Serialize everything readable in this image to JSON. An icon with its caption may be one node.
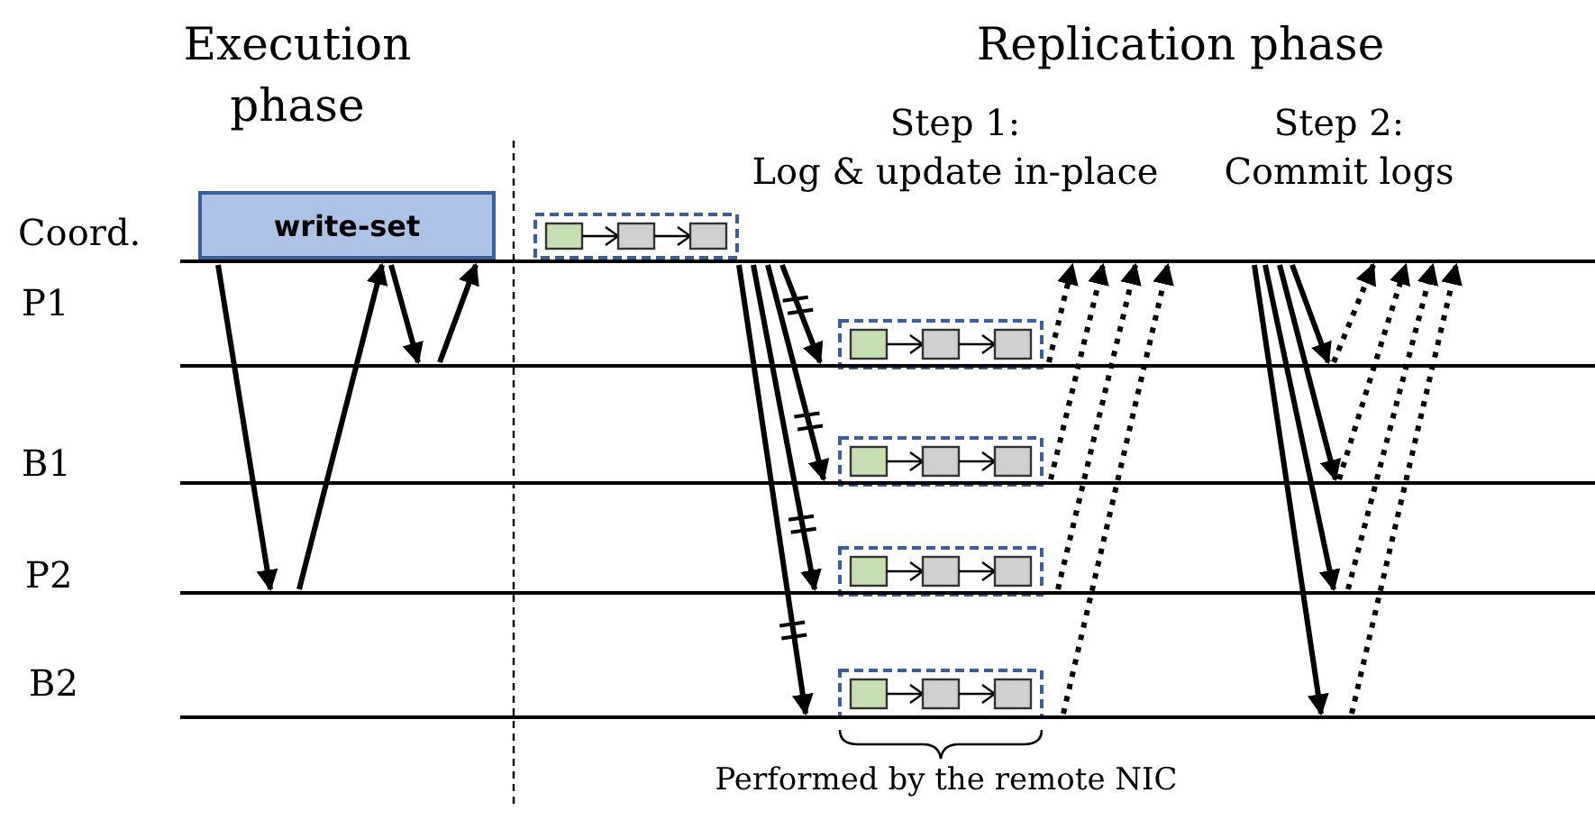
{
  "diagram": {
    "nodes": [
      {
        "text": [],
        "shape": "line",
        "beside": [
          "Coord."
        ]
      },
      {
        "text": [],
        "shape": "line",
        "beside": [
          "P1"
        ]
      },
      {
        "text": [],
        "shape": "line",
        "beside": [
          "B1"
        ]
      },
      {
        "text": [],
        "shape": "line",
        "beside": [
          "P2"
        ]
      },
      {
        "text": [],
        "shape": "line",
        "beside": [
          "B2"
        ]
      },
      {
        "text": [
          "write-set"
        ]
      }
    ],
    "edges": [
      {
        "from": 0,
        "to": 3,
        "arrow": "to"
      },
      {
        "from": 3,
        "to": 0,
        "arrow": "to"
      },
      {
        "from": 0,
        "to": 1,
        "arrow": "to"
      },
      {
        "from": 1,
        "to": 0,
        "arrow": "to"
      },
      {
        "from": 0,
        "to": 1,
        "arrow": "to"
      },
      {
        "from": 0,
        "to": 2,
        "arrow": "to"
      },
      {
        "from": 0,
        "to": 3,
        "arrow": "to"
      },
      {
        "from": 0,
        "to": 4,
        "arrow": "to"
      },
      {
        "from": 1,
        "to": 0,
        "arrow": "to",
        "style": "dashed"
      },
      {
        "from": 2,
        "to": 0,
        "arrow": "to",
        "style": "dashed"
      },
      {
        "from": 3,
        "to": 0,
        "arrow": "to",
        "style": "dashed"
      },
      {
        "from": 4,
        "to": 0,
        "arrow": "to",
        "style": "dashed"
      },
      {
        "from": 0,
        "to": 1,
        "arrow": "to"
      },
      {
        "from": 0,
        "to": 2,
        "arrow": "to"
      },
      {
        "from": 0,
        "to": 3,
        "arrow": "to"
      },
      {
        "from": 0,
        "to": 4,
        "arrow": "to"
      },
      {
        "from": 1,
        "to": 0,
        "arrow": "to",
        "style": "dashed"
      },
      {
        "from": 2,
        "to": 0,
        "arrow": "to",
        "style": "dashed"
      },
      {
        "from": 3,
        "to": 0,
        "arrow": "to",
        "style": "dashed"
      },
      {
        "from": 4,
        "to": 0,
        "arrow": "to",
        "style": "dashed"
      }
    ],
    "labels": [
      "Execution phase",
      "Replication phase",
      "Step 1:",
      "Log & update in-place",
      "Step 2:",
      "Commit logs",
      "Performed by the remote NIC"
    ]
  }
}
